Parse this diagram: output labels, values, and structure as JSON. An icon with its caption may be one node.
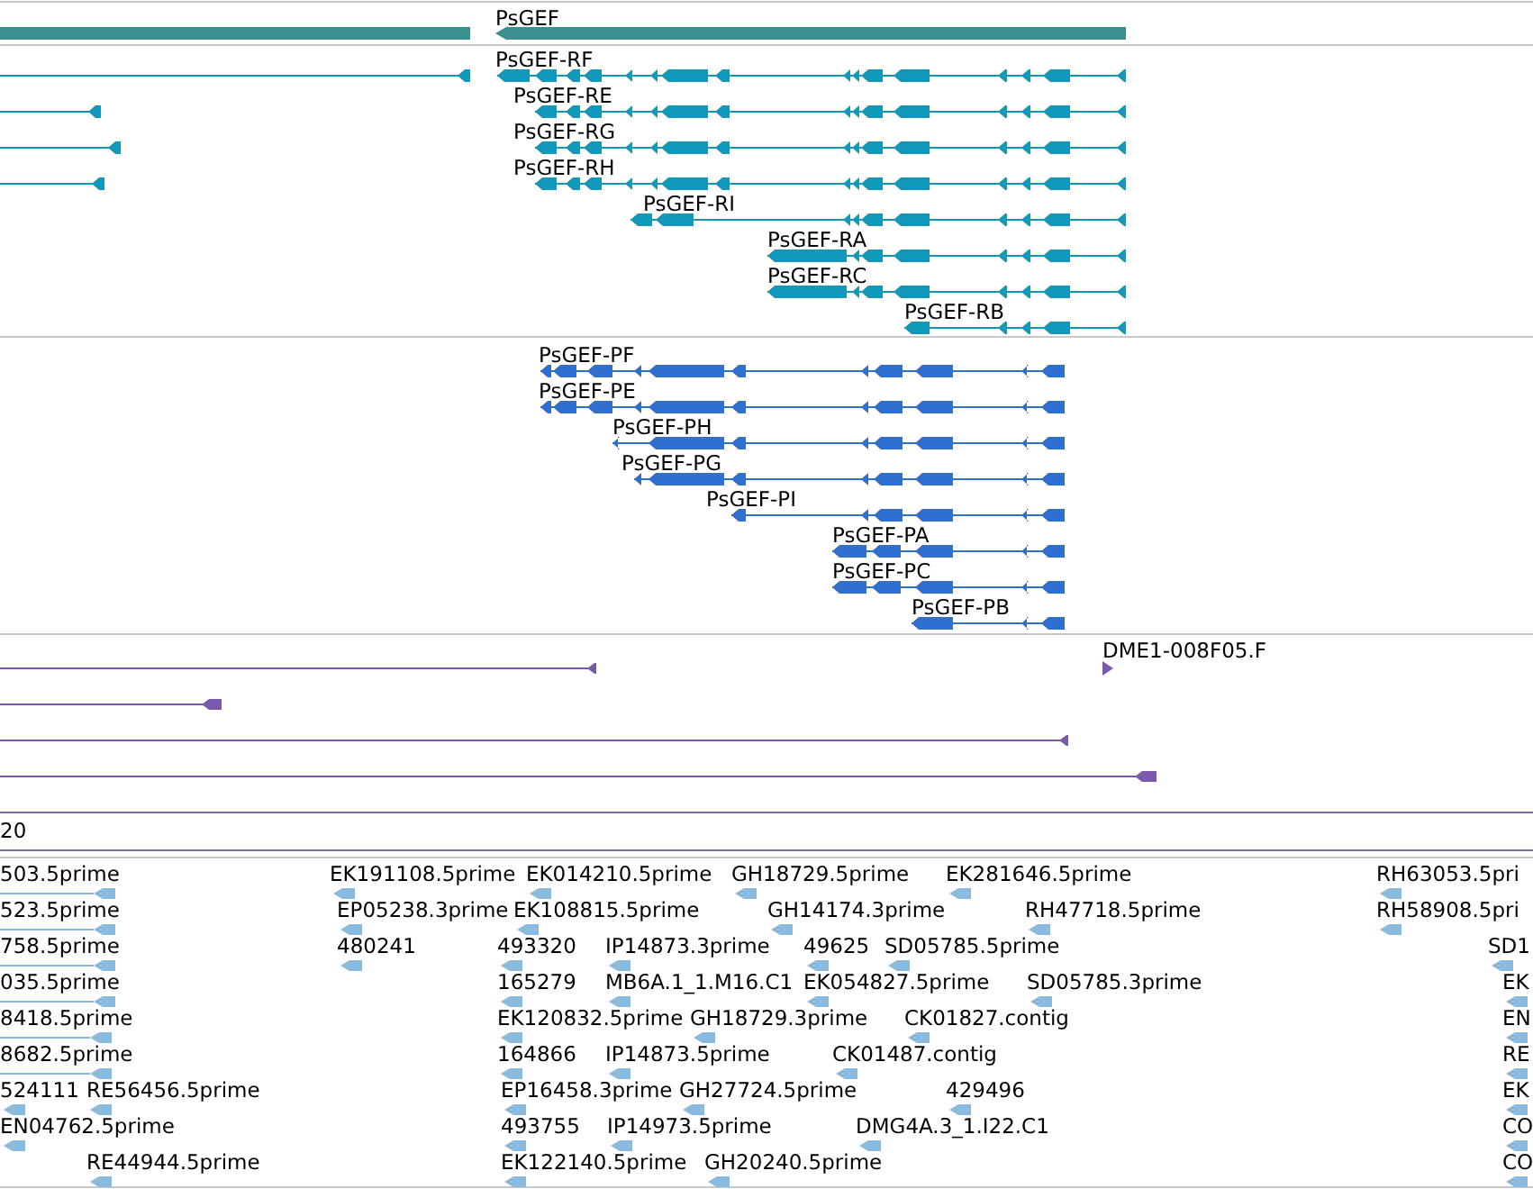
{
  "diagram": {
    "labels": [
      "PsGEF",
      "PsGEF-RF",
      "PsGEF-RE",
      "PsGEF-RG",
      "PsGEF-RH",
      "PsGEF-RI",
      "PsGEF-RA",
      "PsGEF-RC",
      "PsGEF-RB",
      "PsGEF-PF",
      "PsGEF-PE",
      "PsGEF-PH",
      "PsGEF-PG",
      "PsGEF-PI",
      "PsGEF-PA",
      "PsGEF-PC",
      "PsGEF-PB",
      "DME1-008F05.F",
      "20",
      "503.5prime",
      "EK191108.5prime",
      "EK014210.5prime",
      "GH18729.5prime",
      "EK281646.5prime",
      "RH63053.5pri",
      "523.5prime",
      "EP05238.3prime",
      "EK108815.5prime",
      "GH14174.3prime",
      "RH47718.5prime",
      "RH58908.5pri",
      "758.5prime",
      "480241",
      "493320",
      "IP14873.3prime",
      "49625",
      "SD05785.5prime",
      "SD1",
      "035.5prime",
      "165279",
      "MB6A.1_1.M16.C1",
      "EK054827.5prime",
      "SD05785.3prime",
      "EK",
      "8418.5prime",
      "EK120832.5prime",
      "GH18729.3prime",
      "CK01827.contig",
      "EN",
      "8682.5prime",
      "164866",
      "IP14873.5prime",
      "CK01487.contig",
      "RE",
      "524111",
      "RE56456.5prime",
      "EP16458.3prime",
      "GH27724.5prime",
      "429496",
      "EK",
      "EN04762.5prime",
      "493755",
      "IP14973.5prime",
      "DMG4A.3_1.I22.C1",
      "CO",
      "RE44944.5prime",
      "EK122140.5prime",
      "GH20240.5prime",
      "CO"
    ]
  }
}
